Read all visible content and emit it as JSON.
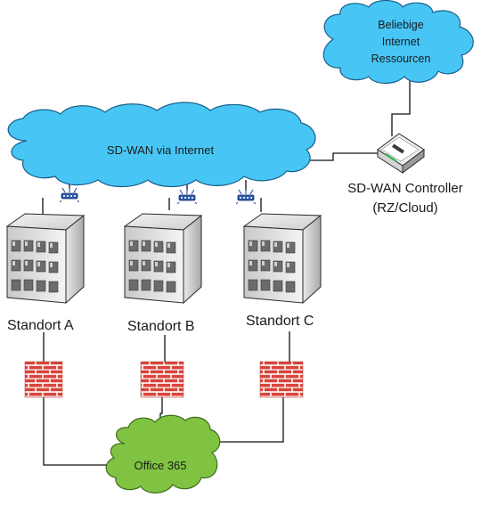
{
  "clouds": {
    "internet_lines": [
      "Beliebige",
      "Internet",
      "Ressourcen"
    ],
    "sdwan": "SD-WAN via Internet",
    "office": "Office 365"
  },
  "controller": {
    "line1": "SD-WAN Controller",
    "line2": "(RZ/Cloud)"
  },
  "sites": {
    "a": "Standort A",
    "b": "Standort B",
    "c": "Standort C"
  },
  "colors": {
    "cloud_blue": "#47c6f5",
    "cloud_green": "#80c342",
    "firewall": "#d9443a",
    "router": "#1f4e9e"
  },
  "icons": [
    "cloud-icon",
    "building-icon",
    "router-icon",
    "firewall-icon",
    "controller-icon"
  ]
}
